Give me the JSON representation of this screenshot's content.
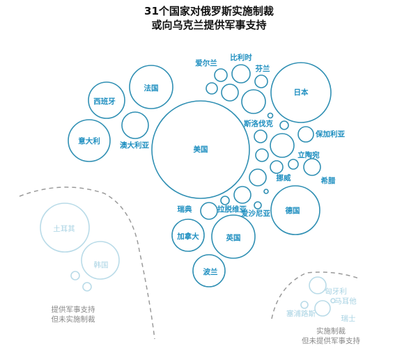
{
  "title": {
    "line1": "31个国家对俄罗斯实施制裁",
    "line2": "或向乌克兰提供军事支持"
  },
  "colors": {
    "main": "#2f8fb3",
    "label": "#1f8fc0",
    "faded": "#b9dbe8",
    "dash": "#9a9a9a"
  },
  "countries": {
    "france": "法国",
    "spain": "西班牙",
    "italy": "意大利",
    "australia": "澳大利亚",
    "usa": "美国",
    "japan": "日本",
    "ireland": "爱尔兰",
    "belgium": "比利时",
    "finland": "芬兰",
    "slovakia": "斯洛伐克",
    "bulgaria": "保加利亚",
    "lithuania": "立陶宛",
    "norway": "挪威",
    "greece": "希腊",
    "sweden": "瑞典",
    "latvia": "拉脱维亚",
    "estonia": "爱沙尼亚",
    "germany": "德国",
    "canada": "加拿大",
    "uk": "英国",
    "poland": "波兰",
    "turkey": "土耳其",
    "korea": "韩国",
    "hungary": "匈牙利",
    "malta": "马耳他",
    "cyprus": "塞浦路斯",
    "switzerland": "瑞士"
  },
  "groups": {
    "military_only": {
      "line1": "提供军事支持",
      "line2": "但未实施制裁"
    },
    "sanctions_only": {
      "line1": "实施制裁",
      "line2": "但未提供军事支持"
    }
  }
}
